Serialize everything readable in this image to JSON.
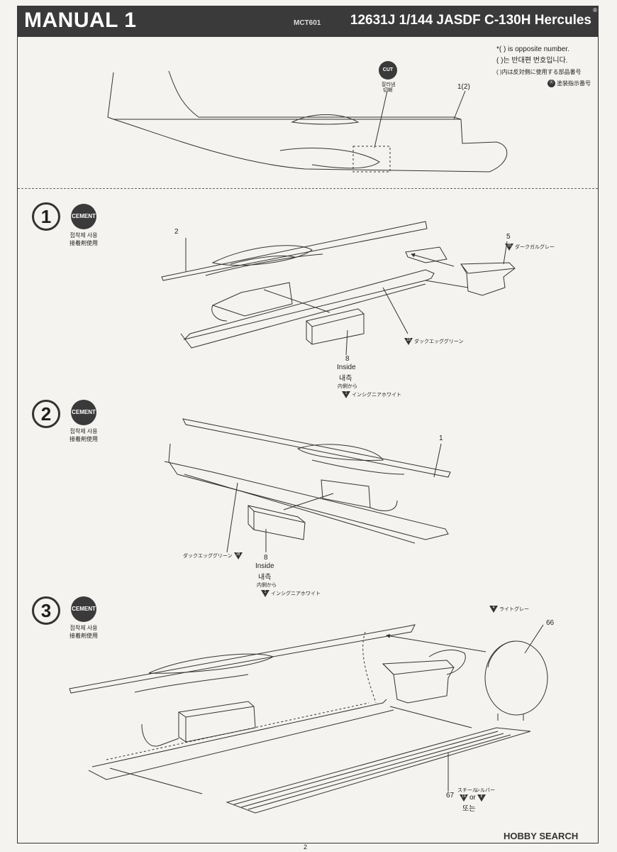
{
  "header": {
    "title": "MANUAL 1",
    "kit_code": "MCT601",
    "kit_title": "12631J  1/144 JASDF C-130H Hercules",
    "registered_mark": "®"
  },
  "note": {
    "line1": "*(    ) is opposite number.",
    "line2": "(    )는 반대편 번호입니다.",
    "line3": "(    )内は反対側に使用する部品番号",
    "line4": "塗装指示番号",
    "line4_badge": "Ⓐ"
  },
  "top_diagram": {
    "cut_badge": "CUT",
    "cut_ko": "잘라냄",
    "cut_ja": "切断",
    "part_label": "1(2)"
  },
  "cement": {
    "label": "CEMENT",
    "ko": "접착제 사용",
    "ja": "接着剤使用"
  },
  "step1": {
    "number": "1",
    "part2": "2",
    "part5": "5",
    "part5_paint_code": "15",
    "part5_paint": "ダークガルグレー",
    "interior_paint_code": "18",
    "interior_paint": "ダックエッググリーン",
    "part8": "8",
    "inside": "Inside",
    "inside_ko": "내측",
    "inside_ja": "内側から",
    "part8_paint_code": "1",
    "part8_paint": "インシグニアホワイト"
  },
  "step2": {
    "number": "2",
    "part1": "1",
    "interior_paint_code": "18",
    "interior_paint": "ダックエッググリーン",
    "part8": "8",
    "inside": "Inside",
    "inside_ko": "내측",
    "inside_ja": "内側から",
    "part8_paint_code": "1",
    "part8_paint": "インシグニアホワイト"
  },
  "step3": {
    "number": "3",
    "part66_paint_code": "4",
    "part66_paint": "ライトグレー",
    "part66": "66",
    "part67": "67",
    "steel": "スチール",
    "silver": "シルバー",
    "steel_code": "14",
    "silver_code": "8",
    "or": "or",
    "or_ko": "또는"
  },
  "footer": {
    "page": "2",
    "watermark": "HOBBY SEARCH"
  }
}
